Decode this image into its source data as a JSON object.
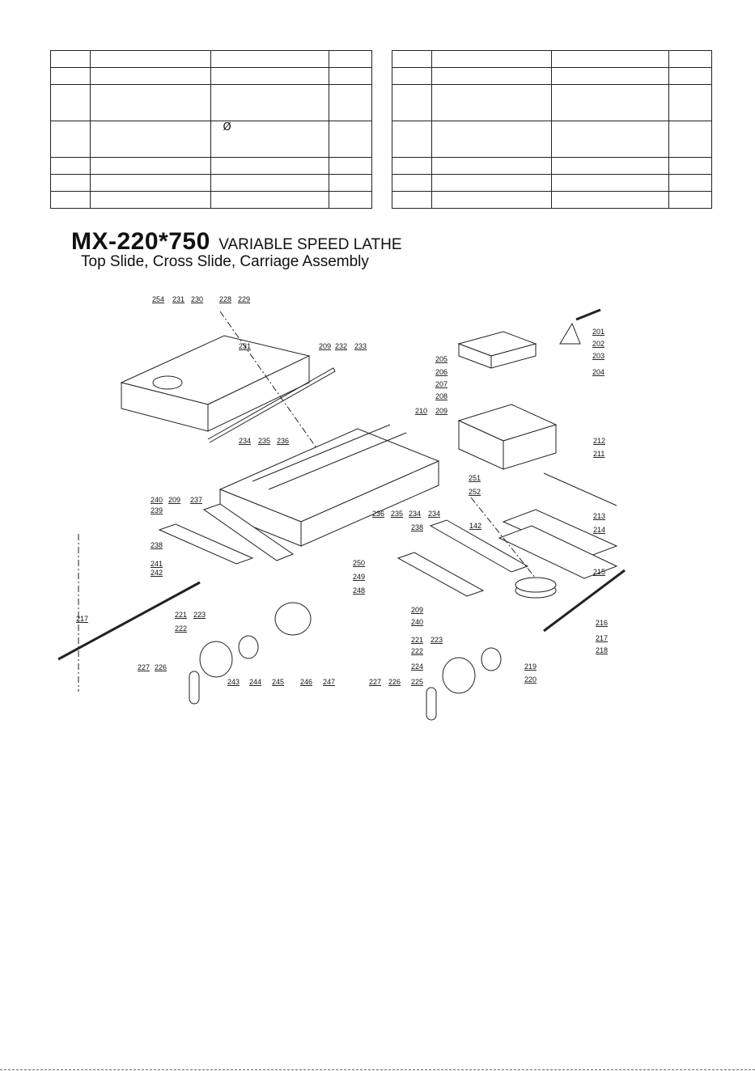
{
  "table": {
    "diameter_symbol": "Ø"
  },
  "title": {
    "model": "MX-220*750",
    "kind": "VARIABLE SPEED LATHE",
    "subtitle": "Top Slide, Cross Slide, Carriage Assembly"
  },
  "diagram": {
    "labels": [
      "254",
      "231",
      "230",
      "228",
      "229",
      "231",
      "209",
      "232",
      "233",
      "201",
      "202",
      "203",
      "204",
      "205",
      "206",
      "207",
      "208",
      "210",
      "209",
      "212",
      "211",
      "234",
      "235",
      "236",
      "251",
      "252",
      "213",
      "214",
      "240",
      "209",
      "237",
      "239",
      "236",
      "235",
      "234",
      "234",
      "238",
      "142",
      "238",
      "241",
      "242",
      "250",
      "249",
      "248",
      "215",
      "217",
      "221",
      "223",
      "222",
      "209",
      "240",
      "216",
      "217",
      "218",
      "221",
      "223",
      "222",
      "224",
      "219",
      "220",
      "227",
      "226",
      "243",
      "244",
      "245",
      "246",
      "247",
      "227",
      "226",
      "225"
    ]
  }
}
